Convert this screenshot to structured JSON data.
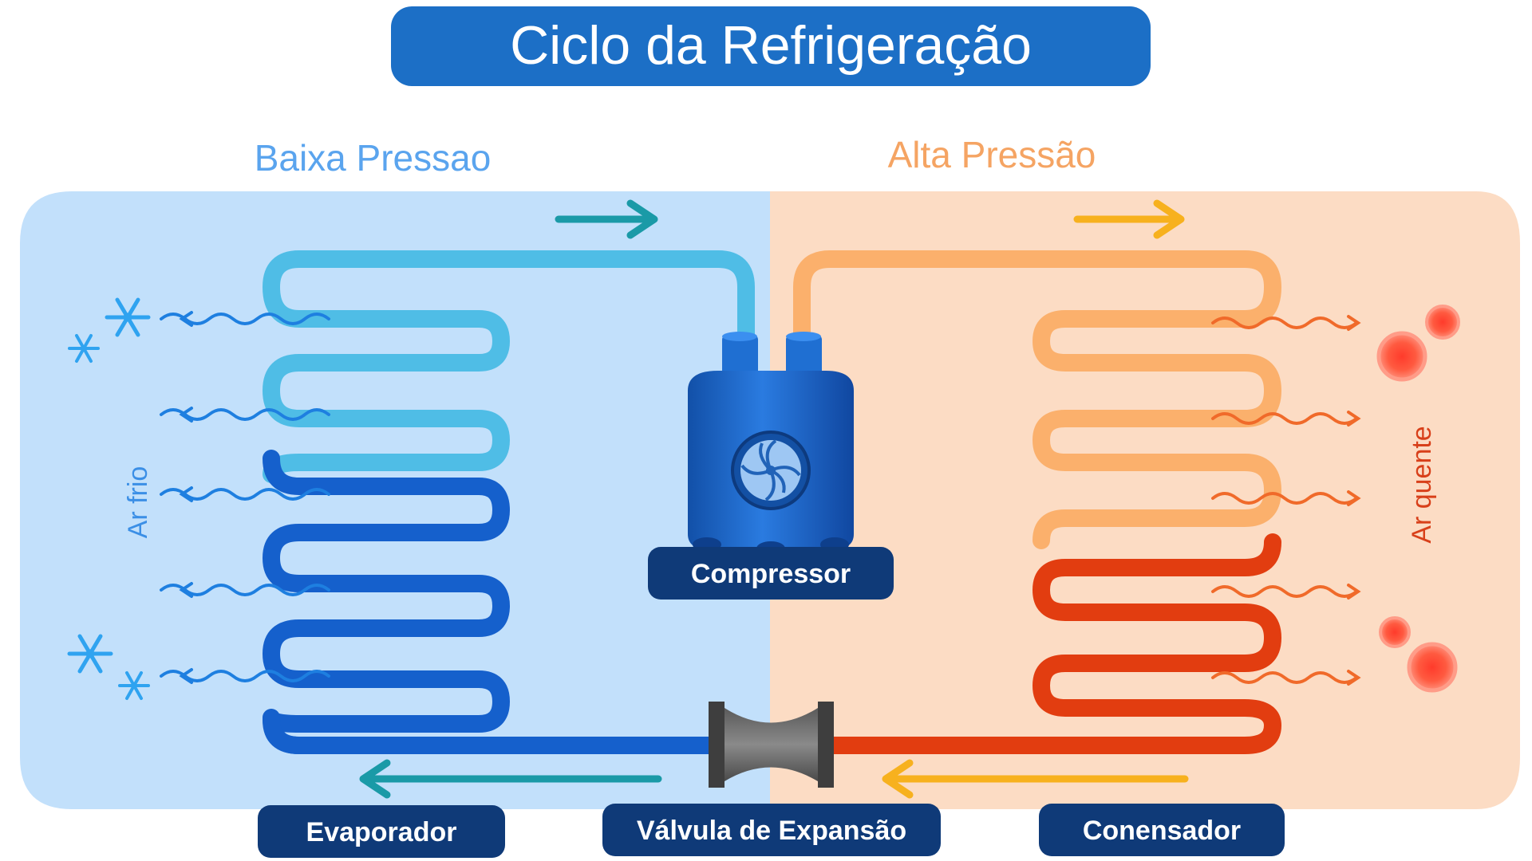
{
  "title": "Ciclo da Refrigeração",
  "zones": {
    "low": "Baixa Pressao",
    "high": "Alta Pressão"
  },
  "air": {
    "cold": "Ar frio",
    "hot": "Ar quente"
  },
  "components": {
    "compressor": "Compressor",
    "evaporator": "Evaporador",
    "valve": "Válvula de Expansão",
    "condenser": "Conensador"
  },
  "colors": {
    "title_bg": "#1c6fc6",
    "low_bg": "#c2e0fb",
    "high_bg": "#fcdcc4",
    "low_label": "#5aa4ee",
    "high_label": "#f5a463",
    "light_blue_pipe": "#4fbde6",
    "dark_blue_pipe": "#1560cc",
    "light_orange_pipe": "#fbb06c",
    "red_pipe": "#e23d10",
    "teal_arrow": "#1a9aa7",
    "yellow_arrow": "#f7b11e",
    "badge_bg": "#0f3a78",
    "cold_text": "#3b8fe6",
    "hot_text": "#d8401a"
  },
  "icons": [
    "snowflake-icon",
    "heat-dot-icon",
    "compressor-icon",
    "expansion-valve-icon",
    "fan-icon"
  ]
}
